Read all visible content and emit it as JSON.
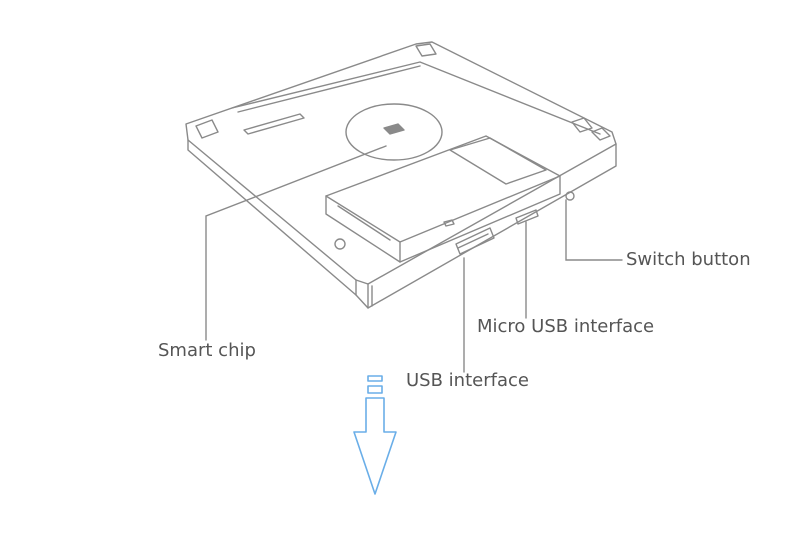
{
  "labels": {
    "switch_button": "Switch button",
    "micro_usb": "Micro USB interface",
    "usb": "USB interface",
    "smart_chip": "Smart chip"
  },
  "colors": {
    "line": "#8a8a8a",
    "text": "#555555",
    "arrow": "#6aaee8"
  },
  "icons": {
    "device": "floppy-disk-device",
    "arrow": "down-arrow-icon"
  }
}
